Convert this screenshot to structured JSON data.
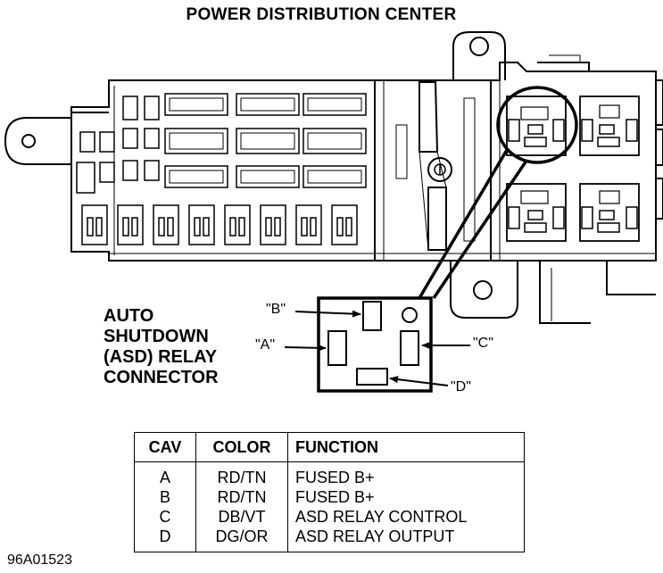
{
  "title": "POWER DISTRIBUTION CENTER",
  "asd_label_lines": [
    "AUTO",
    "SHUTDOWN",
    "(ASD) RELAY",
    "CONNECTOR"
  ],
  "callouts": {
    "a": "\"A\"",
    "b": "\"B\"",
    "c": "\"C\"",
    "d": "\"D\""
  },
  "table": {
    "headers": [
      "CAV",
      "COLOR",
      "FUNCTION"
    ],
    "rows": [
      [
        "A",
        "RD/TN",
        "FUSED B+"
      ],
      [
        "B",
        "RD/TN",
        "FUSED B+"
      ],
      [
        "C",
        "DB/VT",
        "ASD RELAY CONTROL"
      ],
      [
        "D",
        "DG/OR",
        "ASD RELAY OUTPUT"
      ]
    ]
  },
  "figure_id": "96A01523"
}
